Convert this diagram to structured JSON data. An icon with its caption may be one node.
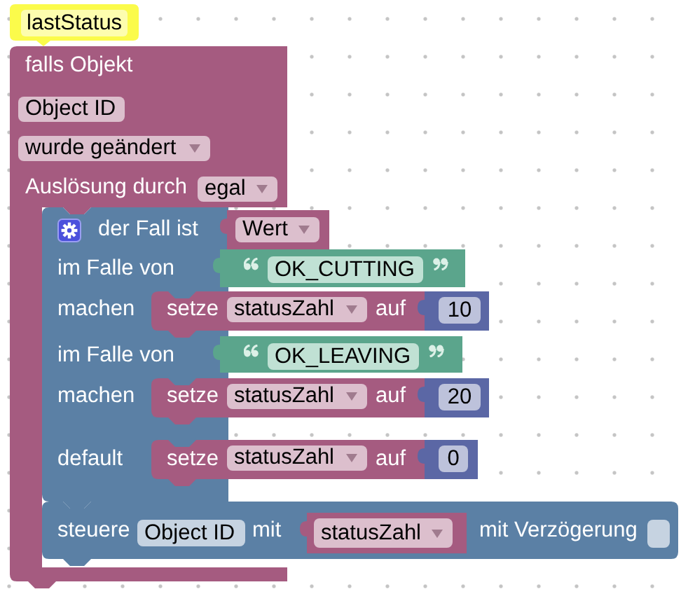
{
  "diagram": {
    "nodes": [
      {
        "text": [
          "lastStatus"
        ]
      },
      {
        "text": [
          "falls Objekt",
          "Auslösung durch"
        ]
      },
      {
        "text": [
          "Object ID"
        ],
        "in": 1
      },
      {
        "text": [
          "wurde geändert"
        ],
        "in": 1
      },
      {
        "text": [
          "egal"
        ],
        "in": 1
      },
      {
        "text": [
          "der Fall ist",
          "im Falle von",
          "machen",
          "im Falle von",
          "machen",
          "default"
        ],
        "in": 1
      },
      {
        "text": [
          "Wert"
        ]
      },
      {
        "text": [
          "OK_CUTTING"
        ]
      },
      {
        "text": [
          "setze",
          "auf"
        ]
      },
      {
        "text": [
          "statusZahl"
        ],
        "in": 8
      },
      {
        "text": [
          "10"
        ]
      },
      {
        "text": [
          "OK_LEAVING"
        ]
      },
      {
        "text": [
          "setze",
          "auf"
        ]
      },
      {
        "text": [
          "statusZahl"
        ],
        "in": 12
      },
      {
        "text": [
          "20"
        ]
      },
      {
        "text": [
          "setze",
          "auf"
        ]
      },
      {
        "text": [
          "statusZahl"
        ],
        "in": 15
      },
      {
        "text": [
          "0"
        ]
      },
      {
        "text": [
          "steuere",
          "mit",
          "mit Verzögerung"
        ]
      },
      {
        "text": [
          "Object ID"
        ],
        "in": 18
      },
      {
        "text": [
          "statusZahl"
        ],
        "in": 18
      }
    ]
  }
}
